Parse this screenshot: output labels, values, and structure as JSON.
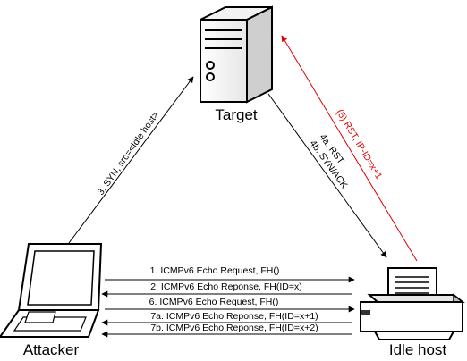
{
  "nodes": {
    "target": {
      "label": "Target"
    },
    "attacker": {
      "label": "Attacker"
    },
    "idle_host": {
      "label": "Idle host"
    }
  },
  "edges": {
    "syn": {
      "label": "3. SYN, src=<Idle host>"
    },
    "rst": {
      "label": "4a. RST"
    },
    "synack": {
      "label": "4b. SYN/ACK"
    },
    "rst_ipid": {
      "label": "(5) RST, IP-ID=x+1",
      "color": "#e00000"
    },
    "m1": {
      "label": "1. ICMPv6 Echo Request, FH()"
    },
    "m2": {
      "label": "2. ICMPv6 Echo Reponse, FH(ID=x)"
    },
    "m6": {
      "label": "6. ICMPv6 Echo Request, FH()"
    },
    "m7a": {
      "label": "7a. ICMPv6 Echo Reponse, FH(ID=x+1)"
    },
    "m7b": {
      "label": "7b. ICMPv6 Echo Reponse, FH(ID=x+2)"
    }
  },
  "icons": {
    "target": "server-icon",
    "attacker": "laptop-icon",
    "idle_host": "printer-icon"
  }
}
